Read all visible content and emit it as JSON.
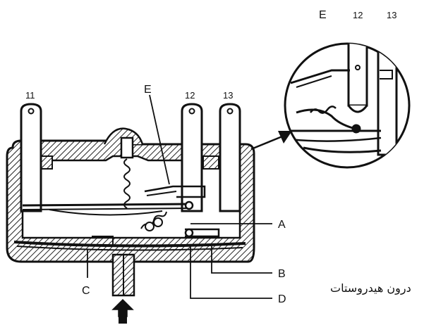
{
  "labels": {
    "terminal_11": "11",
    "terminal_12": "12",
    "terminal_13": "13",
    "E": "E",
    "A": "A",
    "B": "B",
    "C": "C",
    "D": "D"
  },
  "inset_labels": {
    "E": "E",
    "terminal_12": "12",
    "terminal_13": "13"
  },
  "caption": "درون هیدروستات"
}
